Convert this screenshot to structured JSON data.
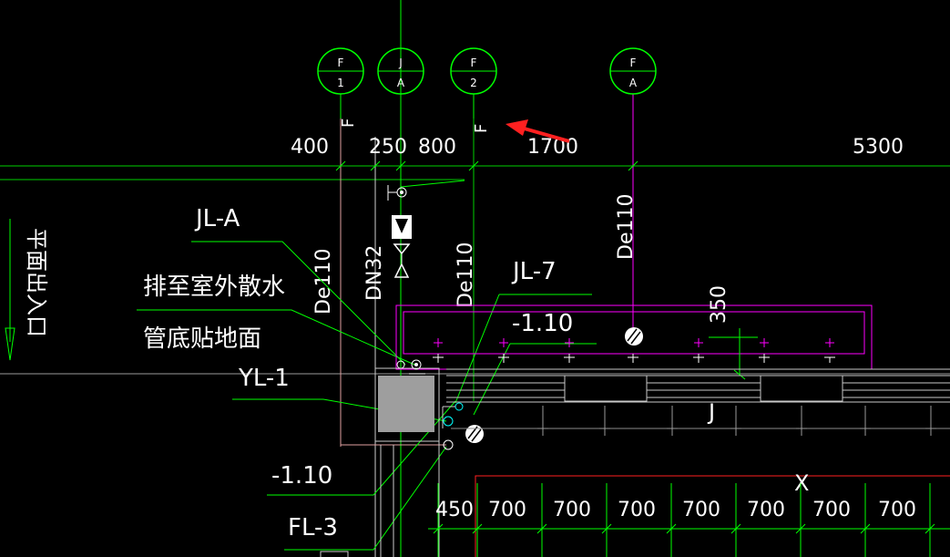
{
  "bubbles": [
    {
      "top": "F",
      "bottom": "1",
      "label": "F"
    },
    {
      "top": "J",
      "bottom": "A",
      "label": ""
    },
    {
      "top": "F",
      "bottom": "2",
      "label": "F"
    },
    {
      "top": "F",
      "bottom": "A",
      "label": ""
    }
  ],
  "top_dimensions": [
    "400",
    "250",
    "800",
    "1700",
    "5300"
  ],
  "bottom_dimensions": [
    "450",
    "700",
    "700",
    "700",
    "700",
    "700",
    "700",
    "700"
  ],
  "labels": {
    "jl_a": "JL-A",
    "note_line1": "排至室外散水",
    "note_line2": "管底贴地面",
    "yl_1": "YL-1",
    "elev_left": "-1.10",
    "fl_3": "FL-3",
    "jl_7": "JL-7",
    "elev_right": "-1.10",
    "pipe_de110_left": "De110",
    "pipe_dn32": "DN32",
    "pipe_de110_mid": "De110",
    "pipe_de110_right": "De110",
    "dim_350": "350",
    "axis_j": "J",
    "axis_x": "X",
    "side_vertical": "平面出入口"
  },
  "colors": {
    "background": "#000000",
    "line_green": "#00ff00",
    "line_magenta": "#ff00ff",
    "line_white": "#ffffff",
    "line_red": "#ff0000",
    "line_cyan": "#00ffff",
    "arrow": "#ff2020"
  }
}
